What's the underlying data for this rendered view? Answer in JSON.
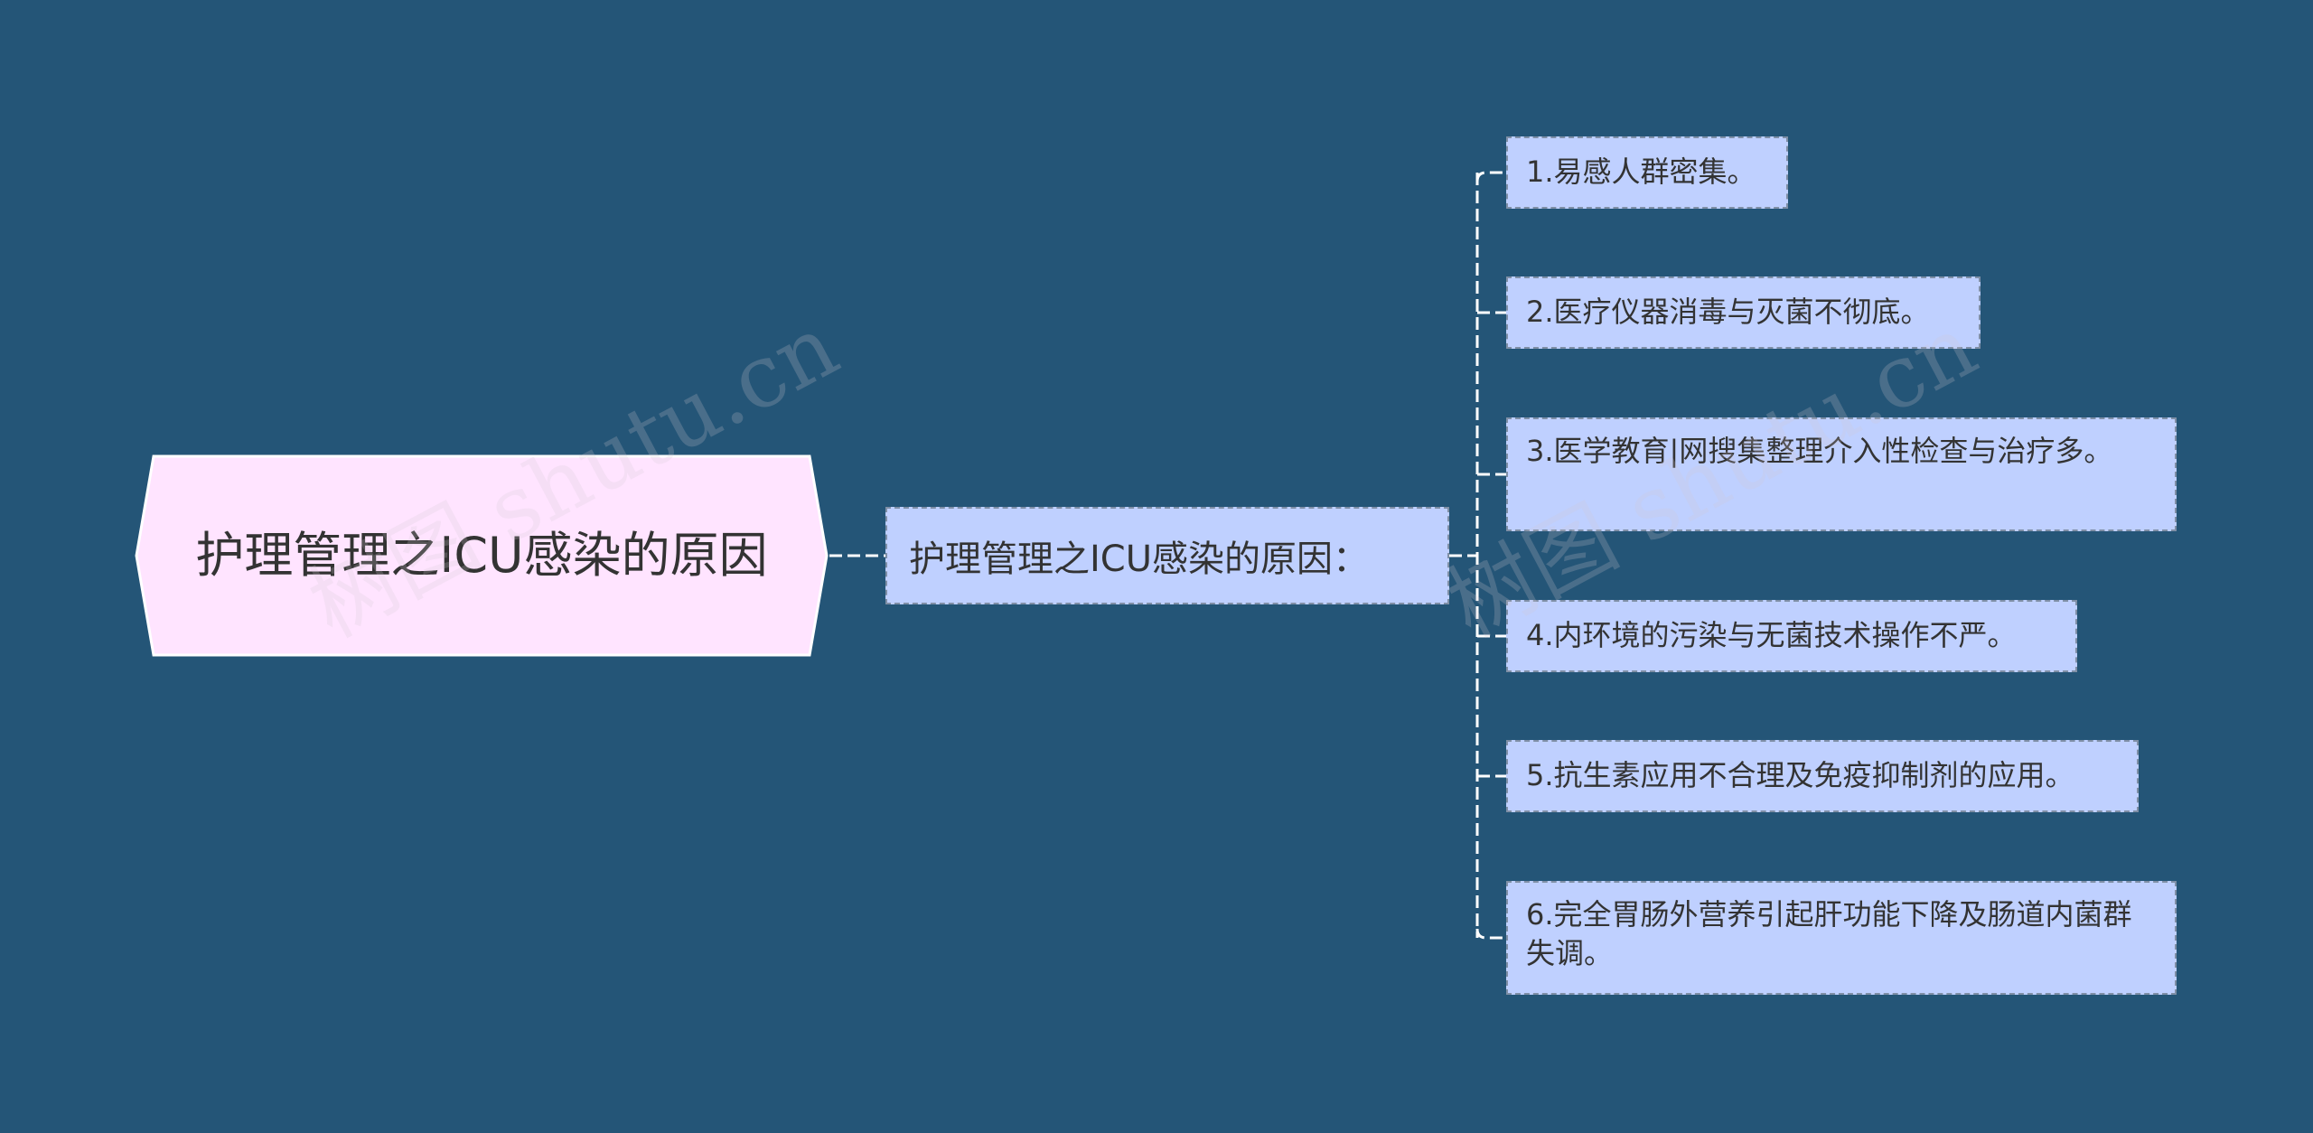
{
  "diagram": {
    "root": {
      "label": "护理管理之ICU感染的原因"
    },
    "subtopic": {
      "label": "护理管理之ICU感染的原因："
    },
    "items": [
      {
        "label": "1.易感人群密集。"
      },
      {
        "label": "2.医疗仪器消毒与灭菌不彻底。"
      },
      {
        "label": "3.医学教育|网搜集整理介入性检查与治疗多。"
      },
      {
        "label": "4.内环境的污染与无菌技术操作不严。"
      },
      {
        "label": "5.抗生素应用不合理及免疫抑制剂的应用。"
      },
      {
        "label": "6.完全胃肠外营养引起肝功能下降及肠道内菌群失调。"
      }
    ]
  },
  "watermark": {
    "text": "树图 shutu.cn"
  },
  "colors": {
    "background": "#245577",
    "root_fill": "#ffe4ff",
    "node_fill": "#bfd0ff",
    "node_border": "#7f8fa6",
    "line": "#ffffff",
    "text": "#333333"
  }
}
